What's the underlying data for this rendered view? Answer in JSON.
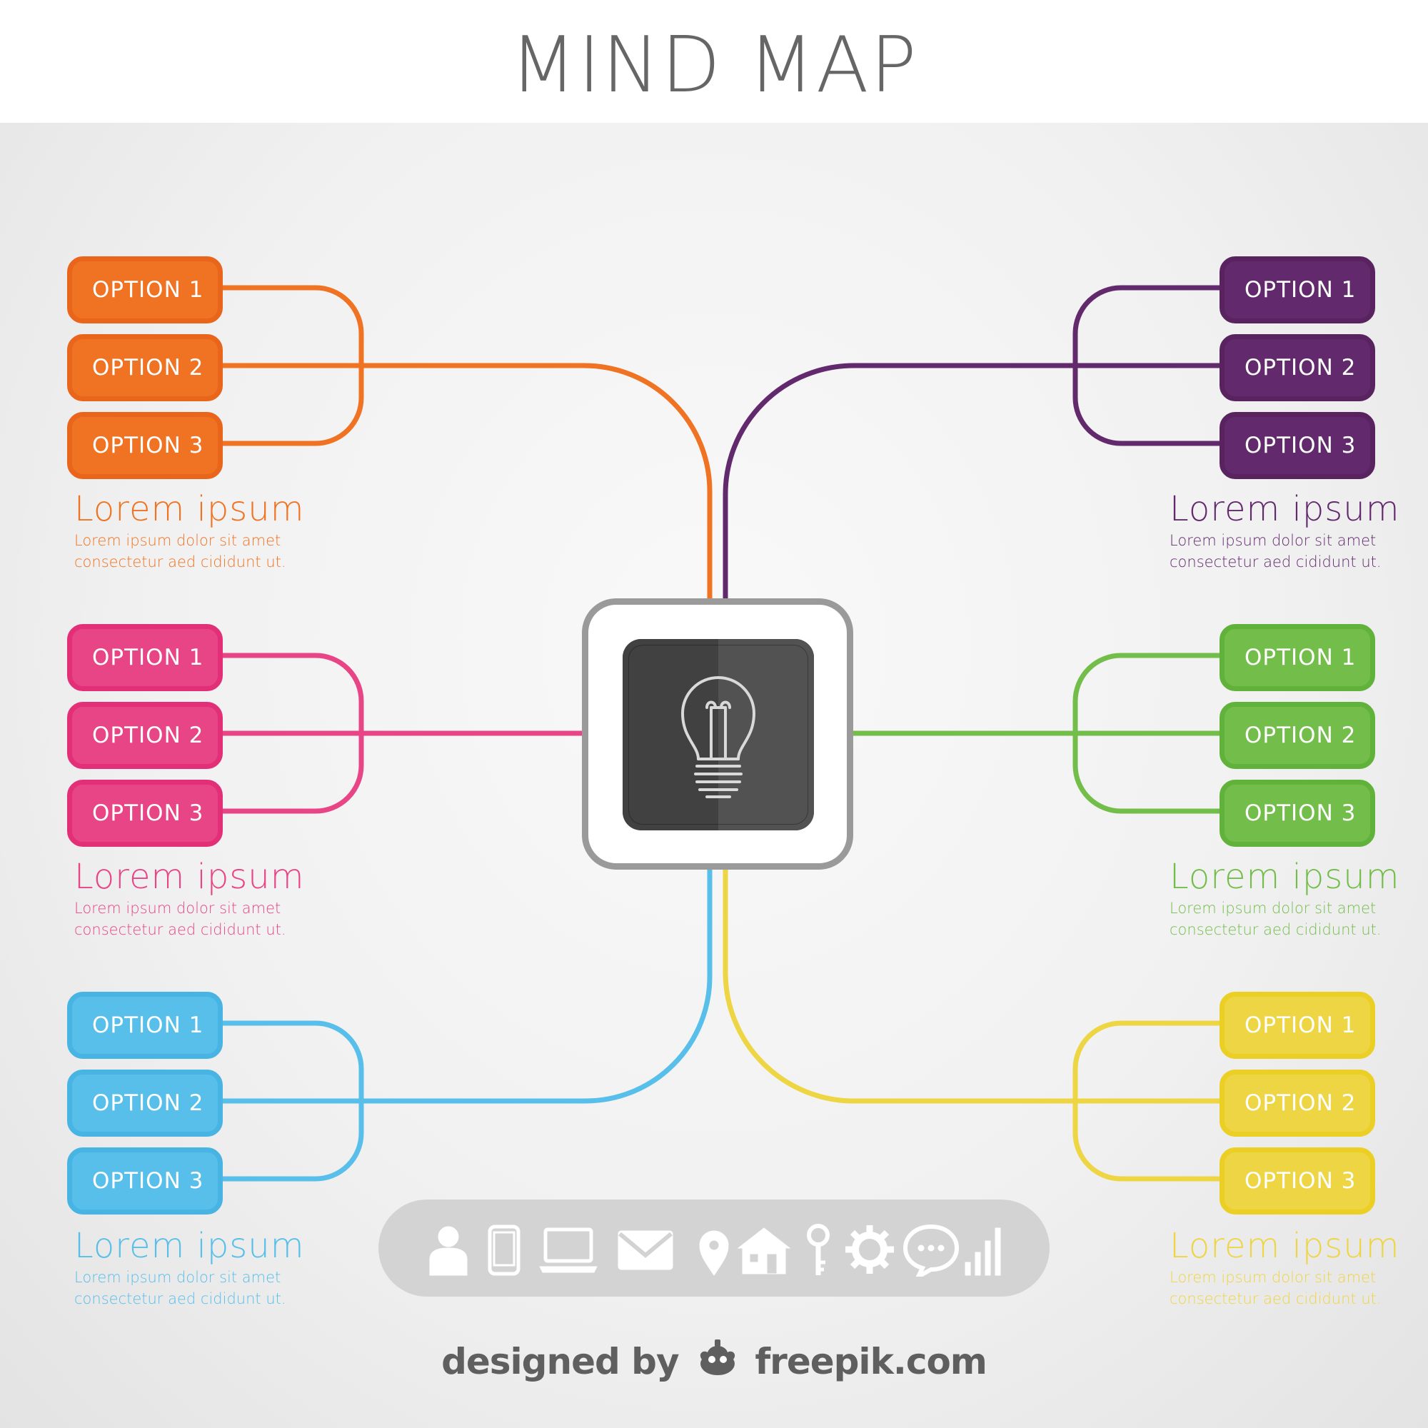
{
  "title": "MIND MAP",
  "branches": [
    {
      "id": "top-left",
      "color": "#ef7322",
      "shade": "#e9651b",
      "options": [
        "OPTION 1",
        "OPTION 2",
        "OPTION 3"
      ],
      "caption_title": "Lorem ipsum",
      "caption_line1": "Lorem ipsum dolor sit amet",
      "caption_line2": "consectetur aed cididunt ut."
    },
    {
      "id": "mid-left",
      "color": "#e84586",
      "shade": "#e22f78",
      "options": [
        "OPTION 1",
        "OPTION 2",
        "OPTION 3"
      ],
      "caption_title": "Lorem ipsum",
      "caption_line1": "Lorem ipsum dolor sit amet",
      "caption_line2": "consectetur aed cididunt ut."
    },
    {
      "id": "bottom-left",
      "color": "#57bfe9",
      "shade": "#47b4e4",
      "options": [
        "OPTION 1",
        "OPTION 2",
        "OPTION 3"
      ],
      "caption_title": "Lorem ipsum",
      "caption_line1": "Lorem ipsum dolor sit amet",
      "caption_line2": "consectetur aed cididunt ut."
    },
    {
      "id": "top-right",
      "color": "#622a6d",
      "shade": "#58235f",
      "options": [
        "OPTION 1",
        "OPTION 2",
        "OPTION 3"
      ],
      "caption_title": "Lorem ipsum",
      "caption_line1": "Lorem ipsum dolor sit amet",
      "caption_line2": "consectetur aed cididunt ut."
    },
    {
      "id": "mid-right",
      "color": "#73be4a",
      "shade": "#61b23a",
      "options": [
        "OPTION 1",
        "OPTION 2",
        "OPTION 3"
      ],
      "caption_title": "Lorem ipsum",
      "caption_line1": "Lorem ipsum dolor sit amet",
      "caption_line2": "consectetur aed cididunt ut."
    },
    {
      "id": "bottom-right",
      "color": "#eed544",
      "shade": "#eccf25",
      "options": [
        "OPTION 1",
        "OPTION 2",
        "OPTION 3"
      ],
      "caption_title": "Lorem ipsum",
      "caption_line1": "Lorem ipsum dolor sit amet",
      "caption_line2": "consectetur aed cididunt ut."
    }
  ],
  "center": {
    "icon": "lightbulb-icon"
  },
  "tray_icons": [
    "user-icon",
    "tablet-icon",
    "laptop-icon",
    "mail-icon",
    "location-pin-icon",
    "house-icon",
    "key-icon",
    "gear-icon",
    "chat-bubble-icon",
    "signal-bars-icon"
  ],
  "tray_color": "#d3d3d3",
  "credit": {
    "prefix": "designed by",
    "brand": "freepik.com"
  }
}
